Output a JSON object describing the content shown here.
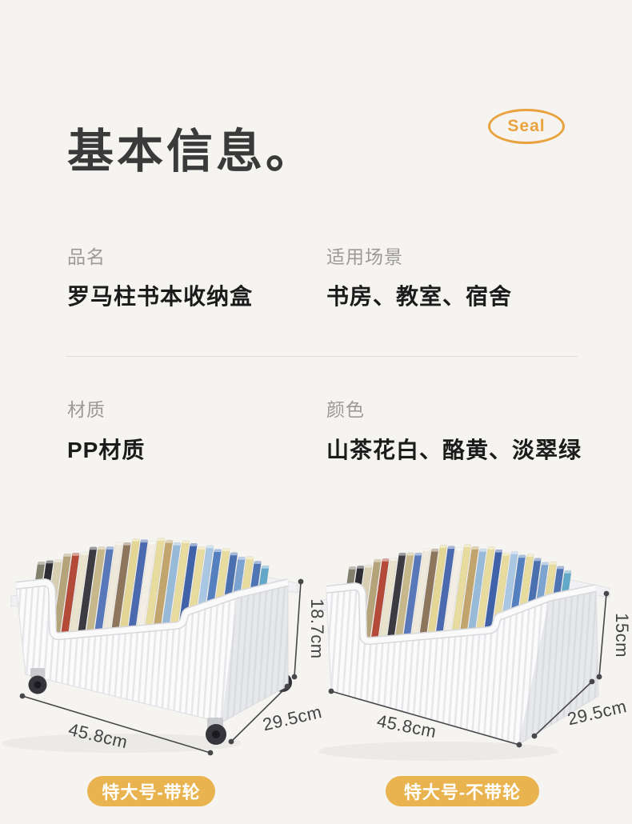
{
  "page": {
    "background_color": "#F6F4F0"
  },
  "header": {
    "title": "基本信息。",
    "seal_label": "Seal",
    "seal_color": "#E8A23E"
  },
  "specs": {
    "rows": [
      {
        "label": "品名",
        "value": "罗马柱书本收纳盒"
      },
      {
        "label": "适用场景",
        "value": "书房、教室、宿舍"
      },
      {
        "label": "材质",
        "value": "PP材质"
      },
      {
        "label": "颜色",
        "value": "山茶花白、酪黄、淡翠绿"
      }
    ]
  },
  "products": [
    {
      "variant_label": "特大号-带轮",
      "has_wheels": true,
      "dimensions": {
        "height": "18.7cm",
        "width": "45.8cm",
        "depth": "29.5cm"
      }
    },
    {
      "variant_label": "特大号-不带轮",
      "has_wheels": false,
      "dimensions": {
        "height": "15cm",
        "width": "45.8cm",
        "depth": "29.5cm"
      }
    }
  ],
  "style": {
    "badge_gold": "#E9B350",
    "dimension_line_color": "#47474A",
    "box_plastic_color": "#FAFAFB",
    "wheel_color": "#35353B",
    "book_spine_colors": [
      "#83816E",
      "#2E2D33",
      "#D8CFB2",
      "#B5A37A",
      "#B44A38",
      "#E9E2CC",
      "#3C3B42",
      "#C7B88C",
      "#5878BA",
      "#EFE9DB",
      "#8D765C",
      "#E4D694",
      "#4B69AE",
      "#F2EEE4",
      "#E7DB9D",
      "#C2A56D",
      "#98BAD9",
      "#E7DB9D",
      "#3F62A8",
      "#E7DB9D",
      "#A9C7E2",
      "#5580C0",
      "#E7DB9D",
      "#4A70B0",
      "#7DA3D0",
      "#E7DB9D",
      "#4E74B4",
      "#62A8C8"
    ]
  }
}
